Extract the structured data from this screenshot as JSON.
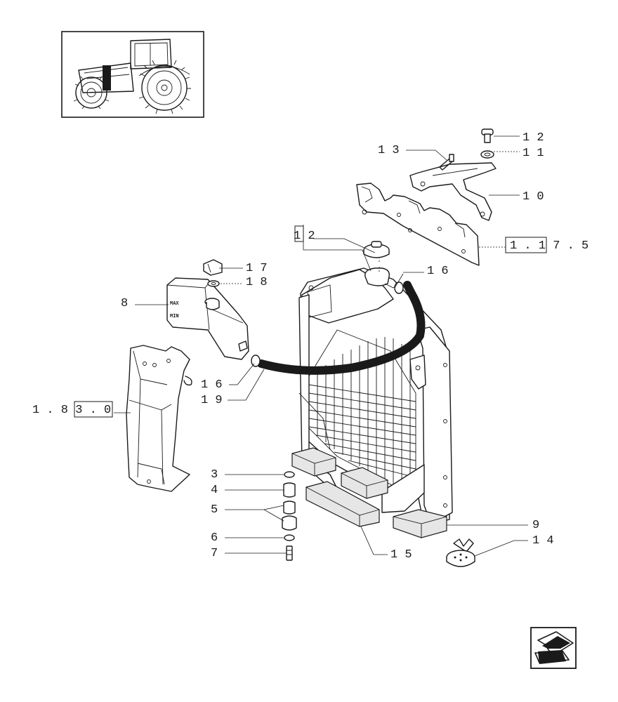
{
  "callouts": [
    {
      "id": "c12a",
      "text": "1 2"
    },
    {
      "id": "c11",
      "text": "1 1"
    },
    {
      "id": "c13",
      "text": "1 3"
    },
    {
      "id": "c10",
      "text": "1 0"
    },
    {
      "id": "c12b",
      "text": "1 2"
    },
    {
      "id": "c17",
      "text": "1 7"
    },
    {
      "id": "c18",
      "text": "1 8"
    },
    {
      "id": "c8",
      "text": "8"
    },
    {
      "id": "c16a",
      "text": "1 6"
    },
    {
      "id": "c16b",
      "text": "1 6"
    },
    {
      "id": "c19",
      "text": "1 9"
    },
    {
      "id": "c3",
      "text": "3"
    },
    {
      "id": "c4",
      "text": "4"
    },
    {
      "id": "c5",
      "text": "5"
    },
    {
      "id": "c6",
      "text": "6"
    },
    {
      "id": "c7",
      "text": "7"
    },
    {
      "id": "c9",
      "text": "9"
    },
    {
      "id": "c14",
      "text": "1 4"
    },
    {
      "id": "c15",
      "text": "1 5"
    }
  ],
  "references": {
    "ref_1175": "1 . 1 7 . 5",
    "ref_1830": "1 . 8 3 . 0"
  },
  "tank_marks": {
    "max": "MAX",
    "min": "MIN"
  },
  "icons": {
    "thumbnail": "tractor-thumbnail-icon",
    "nav": "back-arrow-icon"
  }
}
